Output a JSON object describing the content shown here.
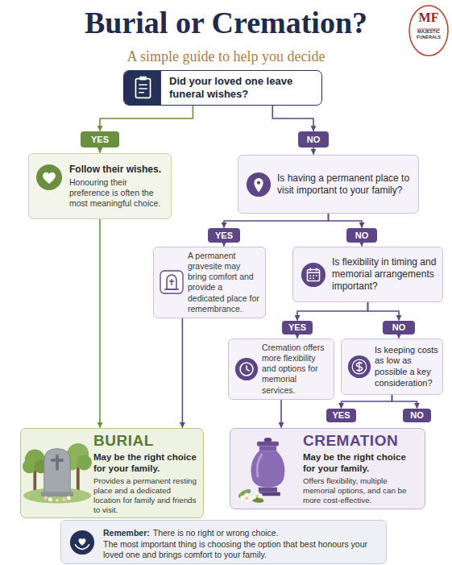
{
  "diagram": {
    "title": "Burial or Cremation?",
    "nodes": [
      {
        "text": [
          "Did your loved one leave funeral wishes?"
        ]
      },
      {
        "text": [
          "YES"
        ]
      },
      {
        "text": [
          "NO"
        ]
      },
      {
        "text": [
          "Follow their wishes.",
          "Honouring their preference is often the most meaningful choice."
        ]
      },
      {
        "text": [
          "Is having a permanent place to visit important to your family?"
        ]
      },
      {
        "text": [
          "YES"
        ]
      },
      {
        "text": [
          "NO"
        ]
      },
      {
        "text": [
          "A permanent gravesite may bring comfort and provide a dedicated place for remembrance."
        ]
      },
      {
        "text": [
          "Is flexibility in timing and memorial arrangements important?"
        ]
      },
      {
        "text": [
          "YES"
        ]
      },
      {
        "text": [
          "NO"
        ]
      },
      {
        "text": [
          "Cremation offers more flexibility and options for memorial services."
        ]
      },
      {
        "text": [
          "Is keeping costs as low as possible a key consideration?"
        ]
      },
      {
        "text": [
          "YES"
        ]
      },
      {
        "text": [
          "NO"
        ]
      },
      {
        "text": [
          "BURIAL",
          "May be the right choice for your family.",
          "Provides a permanent resting place and a dedicated location for family and friends to visit."
        ]
      },
      {
        "text": [
          "CREMATION",
          "May be the right choice for your family.",
          "Offers flexibility, multiple memorial options, and can be more cost-effective."
        ]
      },
      {
        "text": [
          "Remember:",
          "There is no right or wrong choice.",
          "The most important thing is choosing the option that best honours your loved one and brings comfort to your family."
        ]
      }
    ],
    "edges": [
      {
        "from": 0,
        "to": 1,
        "arrow": "to"
      },
      {
        "from": 0,
        "to": 2,
        "arrow": "to"
      },
      {
        "from": 1,
        "to": 3,
        "arrow": "to"
      },
      {
        "from": 3,
        "to": 15,
        "arrow": "to"
      },
      {
        "from": 2,
        "to": 4,
        "arrow": "to"
      },
      {
        "from": 4,
        "to": 5,
        "arrow": "to"
      },
      {
        "from": 4,
        "to": 6,
        "arrow": "to"
      },
      {
        "from": 5,
        "to": 7,
        "arrow": "to"
      },
      {
        "from": 7,
        "to": 15,
        "arrow": "to"
      },
      {
        "from": 6,
        "to": 8,
        "arrow": "to"
      },
      {
        "from": 8,
        "to": 9,
        "arrow": "to"
      },
      {
        "from": 8,
        "to": 10,
        "arrow": "to"
      },
      {
        "from": 9,
        "to": 11,
        "arrow": "to"
      },
      {
        "from": 11,
        "to": 16,
        "arrow": "to"
      },
      {
        "from": 10,
        "to": 12,
        "arrow": "to"
      },
      {
        "from": 12,
        "to": 13,
        "arrow": "to"
      },
      {
        "from": 12,
        "to": 14,
        "arrow": "to"
      }
    ],
    "labels": [
      "A simple guide to help you decide",
      "MF",
      "MAJESTIC FUNERALS"
    ]
  }
}
